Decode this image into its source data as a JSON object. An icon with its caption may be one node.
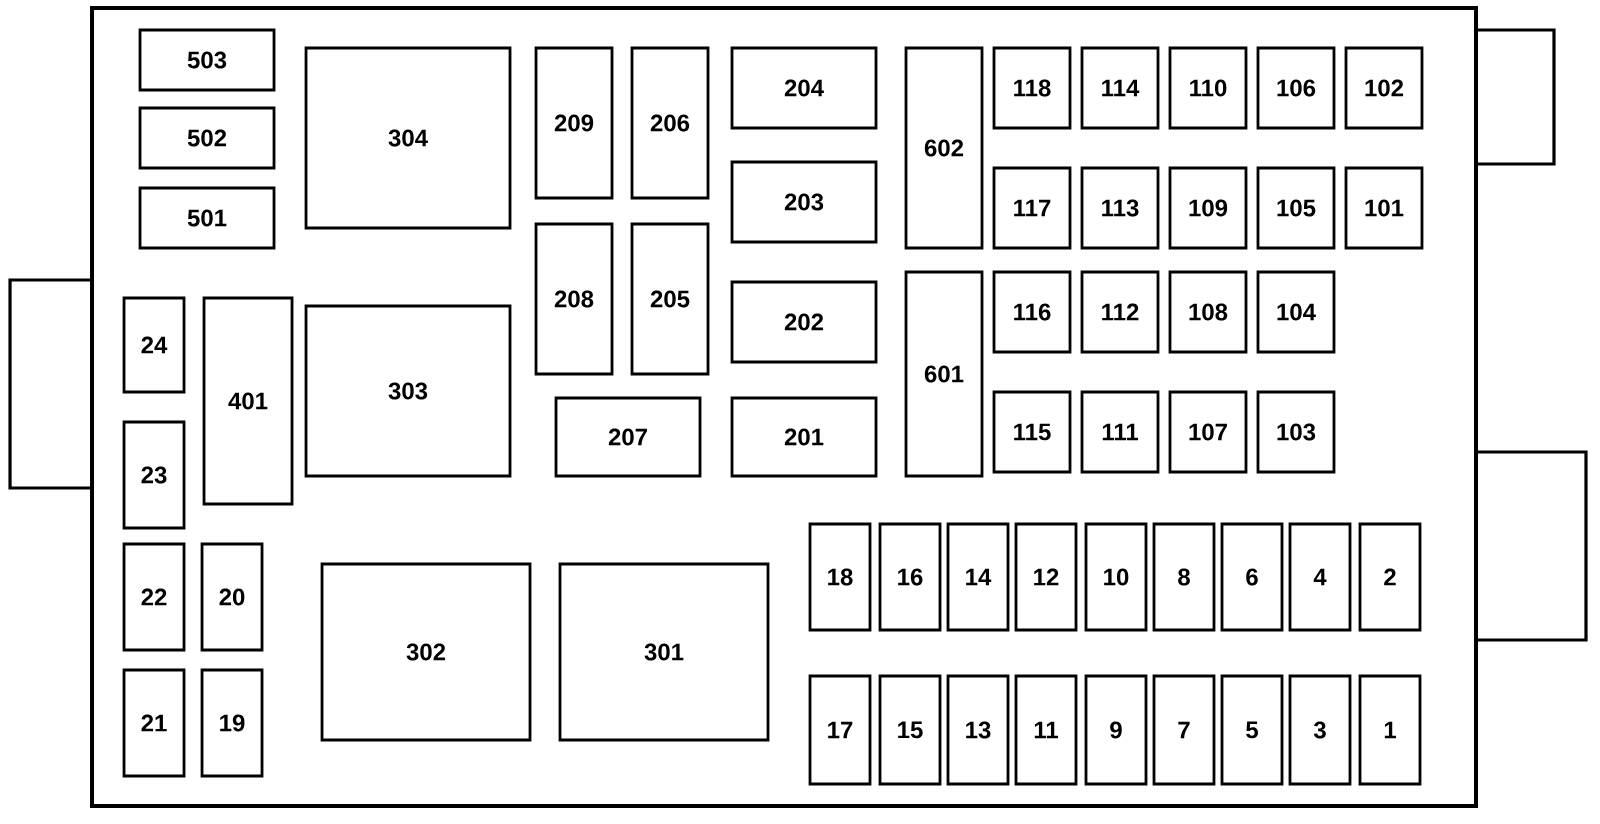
{
  "diagram": {
    "nodes": [
      {
        "text": [],
        "shape": "box"
      },
      {
        "text": [
          "503"
        ],
        "in": 0
      },
      {
        "text": [
          "502"
        ],
        "in": 0
      },
      {
        "text": [
          "501"
        ],
        "in": 0
      },
      {
        "text": [
          "304"
        ],
        "in": 0
      },
      {
        "text": [
          "209"
        ],
        "in": 0
      },
      {
        "text": [
          "206"
        ],
        "in": 0
      },
      {
        "text": [
          "204"
        ],
        "in": 0
      },
      {
        "text": [
          "602"
        ],
        "in": 0
      },
      {
        "text": [
          "118"
        ],
        "in": 0
      },
      {
        "text": [
          "114"
        ],
        "in": 0
      },
      {
        "text": [
          "110"
        ],
        "in": 0
      },
      {
        "text": [
          "106"
        ],
        "in": 0
      },
      {
        "text": [
          "102"
        ],
        "in": 0
      },
      {
        "text": [
          "203"
        ],
        "in": 0
      },
      {
        "text": [
          "117"
        ],
        "in": 0
      },
      {
        "text": [
          "113"
        ],
        "in": 0
      },
      {
        "text": [
          "109"
        ],
        "in": 0
      },
      {
        "text": [
          "105"
        ],
        "in": 0
      },
      {
        "text": [
          "101"
        ],
        "in": 0
      },
      {
        "text": [
          "208"
        ],
        "in": 0
      },
      {
        "text": [
          "205"
        ],
        "in": 0
      },
      {
        "text": [
          "601"
        ],
        "in": 0
      },
      {
        "text": [
          "116"
        ],
        "in": 0
      },
      {
        "text": [
          "112"
        ],
        "in": 0
      },
      {
        "text": [
          "108"
        ],
        "in": 0
      },
      {
        "text": [
          "104"
        ],
        "in": 0
      },
      {
        "text": [
          "24"
        ],
        "in": 0
      },
      {
        "text": [
          "401"
        ],
        "in": 0
      },
      {
        "text": [
          "303"
        ],
        "in": 0
      },
      {
        "text": [
          "202"
        ],
        "in": 0
      },
      {
        "text": [
          "207"
        ],
        "in": 0
      },
      {
        "text": [
          "201"
        ],
        "in": 0
      },
      {
        "text": [
          "115"
        ],
        "in": 0
      },
      {
        "text": [
          "111"
        ],
        "in": 0
      },
      {
        "text": [
          "107"
        ],
        "in": 0
      },
      {
        "text": [
          "103"
        ],
        "in": 0
      },
      {
        "text": [
          "23"
        ],
        "in": 0
      },
      {
        "text": [
          "22"
        ],
        "in": 0
      },
      {
        "text": [
          "20"
        ],
        "in": 0
      },
      {
        "text": [
          "302"
        ],
        "in": 0
      },
      {
        "text": [
          "301"
        ],
        "in": 0
      },
      {
        "text": [
          "18"
        ],
        "in": 0
      },
      {
        "text": [
          "16"
        ],
        "in": 0
      },
      {
        "text": [
          "14"
        ],
        "in": 0
      },
      {
        "text": [
          "12"
        ],
        "in": 0
      },
      {
        "text": [
          "10"
        ],
        "in": 0
      },
      {
        "text": [
          "8"
        ],
        "in": 0
      },
      {
        "text": [
          "6"
        ],
        "in": 0
      },
      {
        "text": [
          "4"
        ],
        "in": 0
      },
      {
        "text": [
          "2"
        ],
        "in": 0
      },
      {
        "text": [
          "21"
        ],
        "in": 0
      },
      {
        "text": [
          "19"
        ],
        "in": 0
      },
      {
        "text": [
          "17"
        ],
        "in": 0
      },
      {
        "text": [
          "15"
        ],
        "in": 0
      },
      {
        "text": [
          "13"
        ],
        "in": 0
      },
      {
        "text": [
          "11"
        ],
        "in": 0
      },
      {
        "text": [
          "9"
        ],
        "in": 0
      },
      {
        "text": [
          "7"
        ],
        "in": 0
      },
      {
        "text": [
          "5"
        ],
        "in": 0
      },
      {
        "text": [
          "3"
        ],
        "in": 0
      },
      {
        "text": [
          "1"
        ],
        "in": 0
      },
      {
        "text": [],
        "shape": "box"
      },
      {
        "text": [],
        "shape": "box"
      },
      {
        "text": [],
        "shape": "box"
      }
    ]
  }
}
